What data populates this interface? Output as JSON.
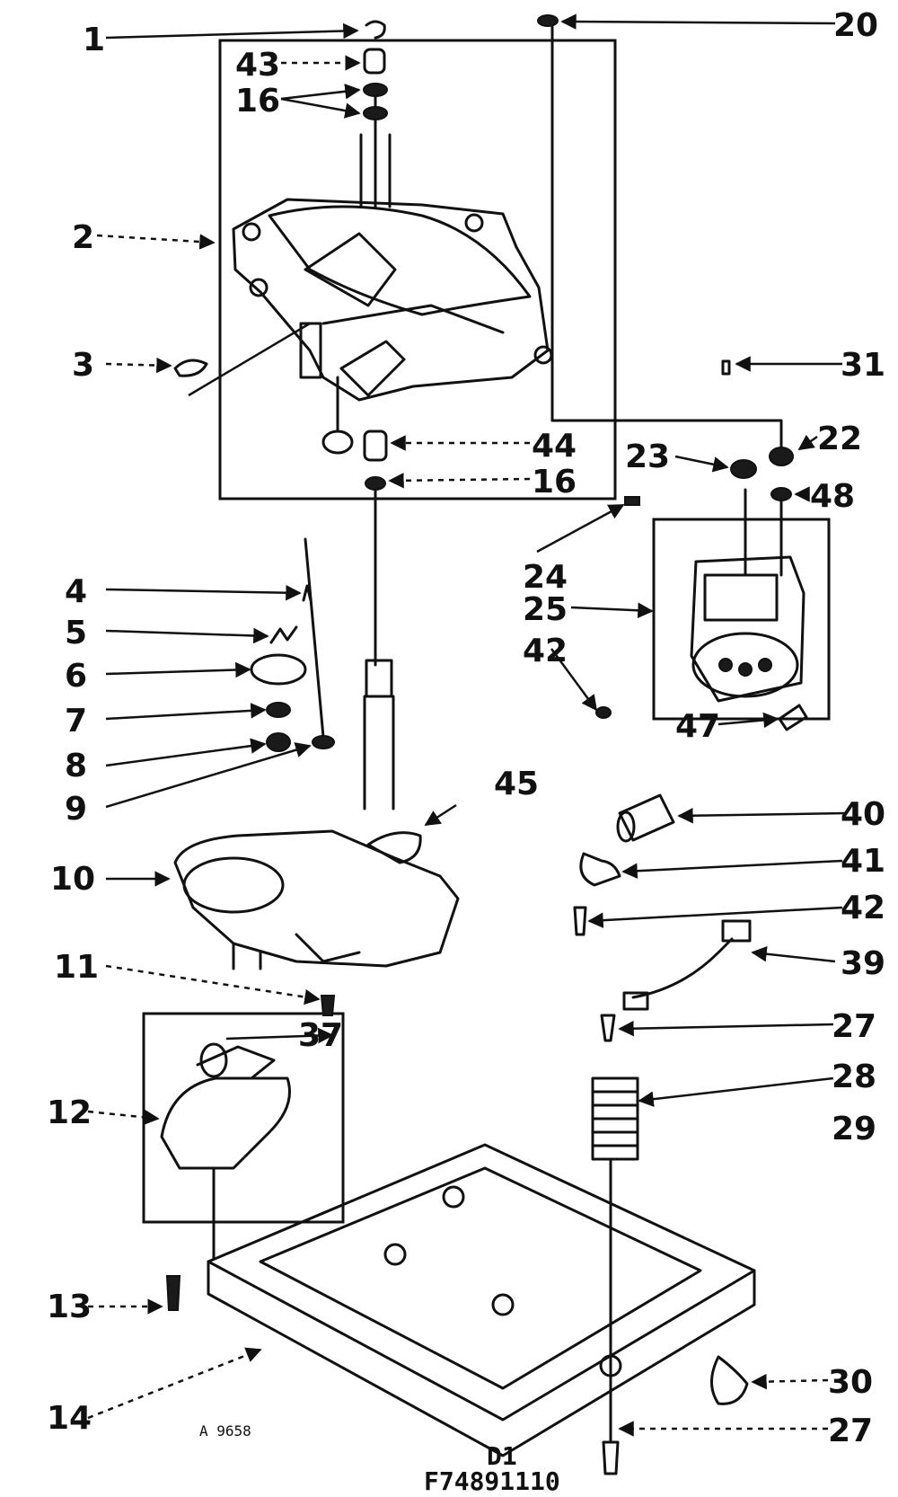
{
  "callouts": {
    "c1": "1",
    "c2": "2",
    "c3": "3",
    "c4": "4",
    "c5": "5",
    "c6": "6",
    "c7": "7",
    "c8": "8",
    "c9": "9",
    "c10": "10",
    "c11": "11",
    "c12": "12",
    "c13": "13",
    "c14": "14",
    "c16a": "16",
    "c16b": "16",
    "c20": "20",
    "c22": "22",
    "c23": "23",
    "c24": "24",
    "c25": "25",
    "c27a": "27",
    "c27b": "27",
    "c28": "28",
    "c29": "29",
    "c30": "30",
    "c31": "31",
    "c37": "37",
    "c39": "39",
    "c40": "40",
    "c41": "41",
    "c42a": "42",
    "c42b": "42",
    "c43": "43",
    "c44": "44",
    "c45": "45",
    "c47": "47",
    "c48": "48"
  },
  "drawing_code": "A 9658",
  "footer": {
    "line1": "D1",
    "line2": "F74891110"
  }
}
